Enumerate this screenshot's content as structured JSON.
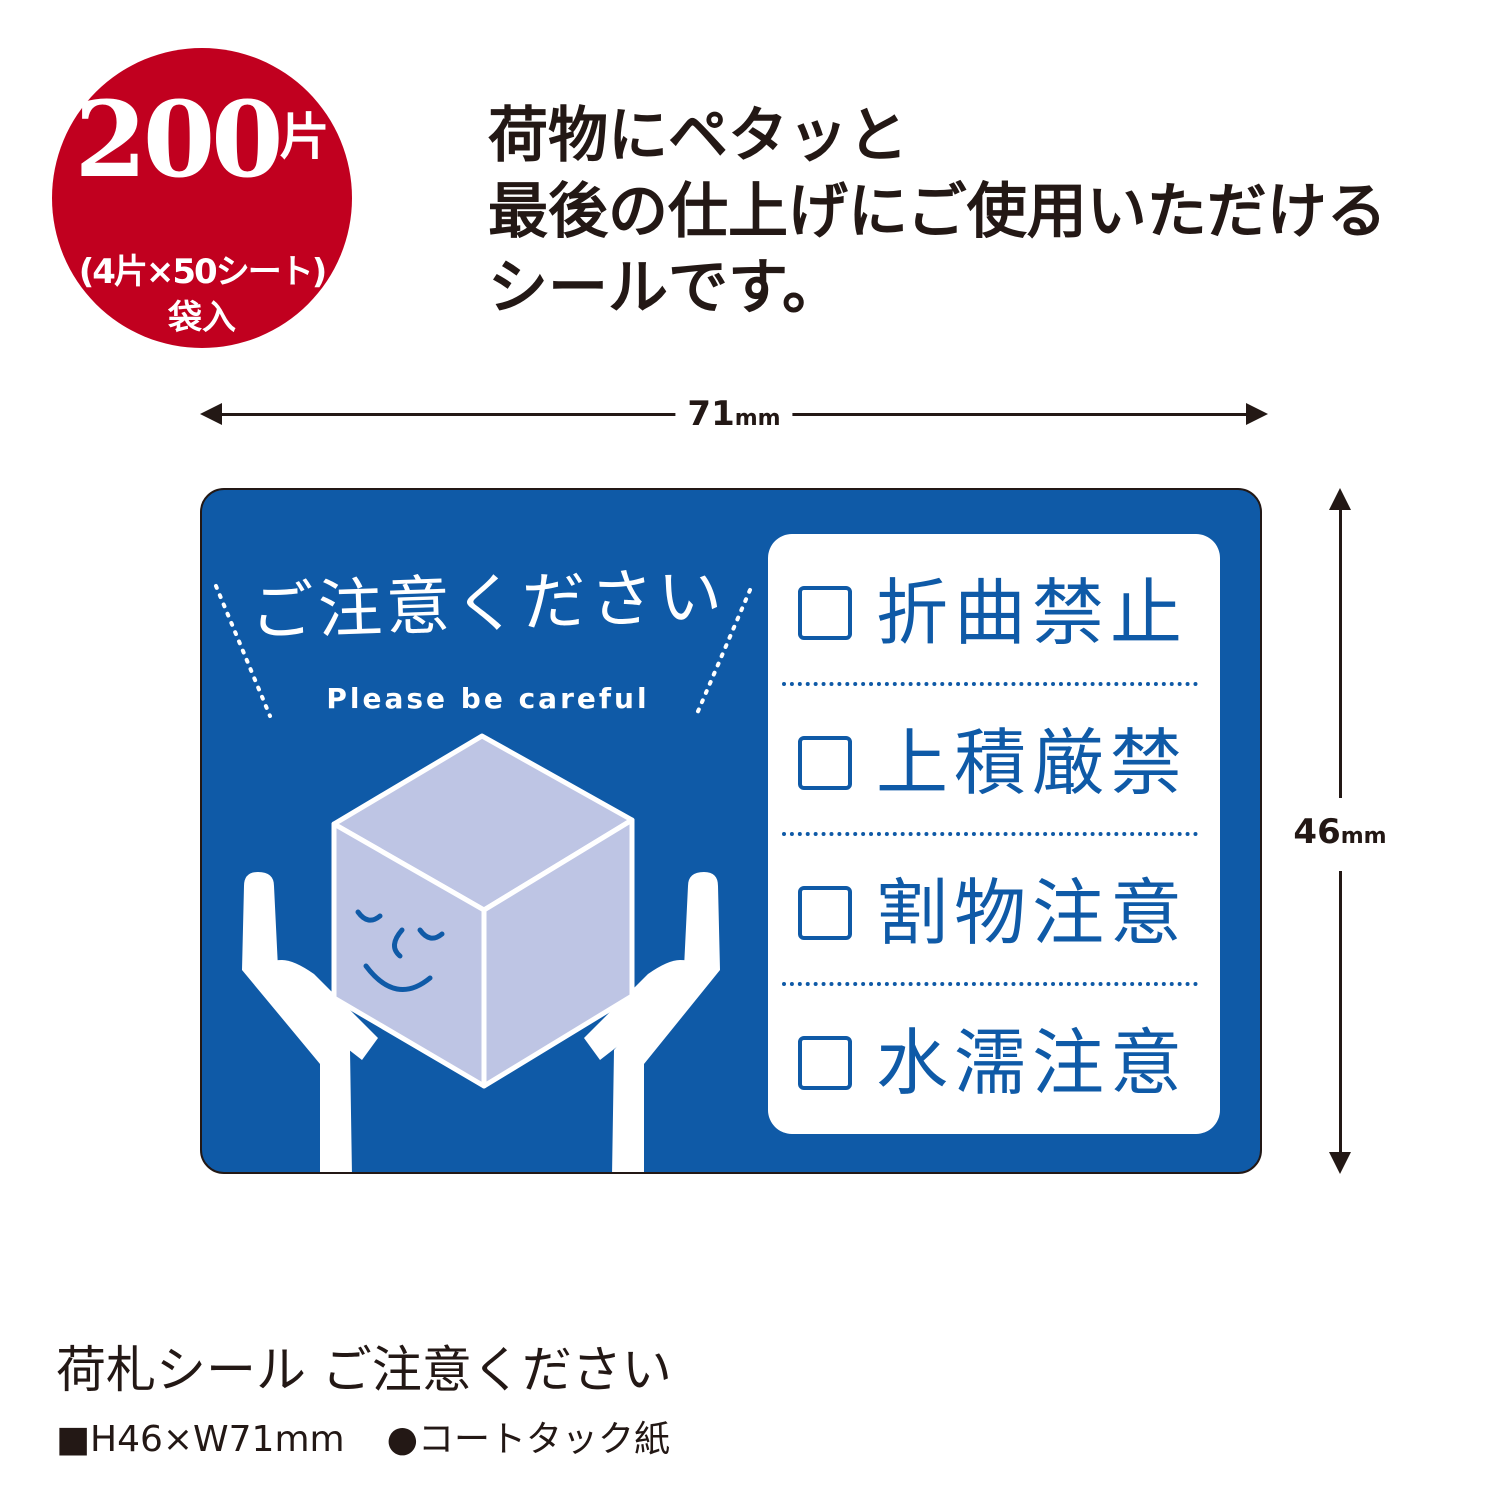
{
  "badge": {
    "count": "200",
    "count_unit": "片",
    "detail": "(4片×50シート)",
    "pack": "袋入",
    "color": "#c1001f"
  },
  "headline": {
    "lines": [
      "荷物にペタッと",
      "最後の仕上げにご使用いただける",
      "シールです。"
    ]
  },
  "dimensions": {
    "width_value": "71",
    "width_unit": "mm",
    "height_value": "46",
    "height_unit": "mm"
  },
  "sticker": {
    "background": "#0f5aa7",
    "title": "ご注意ください",
    "subtitle": "Please be careful",
    "checklist": [
      {
        "label": "折曲禁止"
      },
      {
        "label": "上積厳禁"
      },
      {
        "label": "割物注意"
      },
      {
        "label": "水濡注意"
      }
    ]
  },
  "product": {
    "name": "荷札シール ご注意ください",
    "size_spec": "■H46×W71mm",
    "material_spec": "●コートタック紙"
  }
}
